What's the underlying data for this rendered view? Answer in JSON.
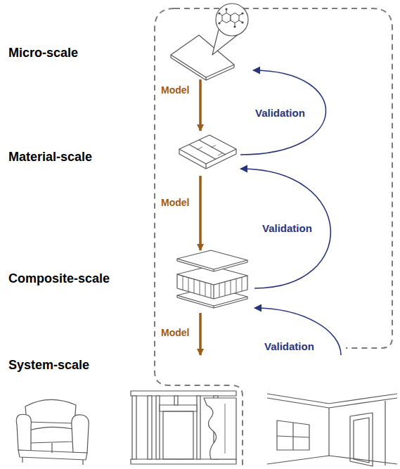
{
  "diagram": {
    "nodes": [
      {
        "text": [
          "Micro-scale"
        ]
      },
      {
        "text": [
          "Material-scale"
        ]
      },
      {
        "text": [
          "Composite-scale"
        ]
      },
      {
        "text": [
          "System-scale"
        ]
      }
    ],
    "edges": [
      {
        "from": 0,
        "to": 1,
        "label": "Model",
        "arrow": "to"
      },
      {
        "from": 1,
        "to": 2,
        "label": "Model",
        "arrow": "to"
      },
      {
        "from": 2,
        "to": 3,
        "label": "Model",
        "arrow": "to"
      },
      {
        "from": 1,
        "to": 0,
        "label": "Validation",
        "arrow": "to"
      },
      {
        "from": 2,
        "to": 1,
        "label": "Validation",
        "arrow": "to"
      },
      {
        "from": 3,
        "to": 2,
        "label": "Validation",
        "arrow": "to"
      }
    ]
  }
}
